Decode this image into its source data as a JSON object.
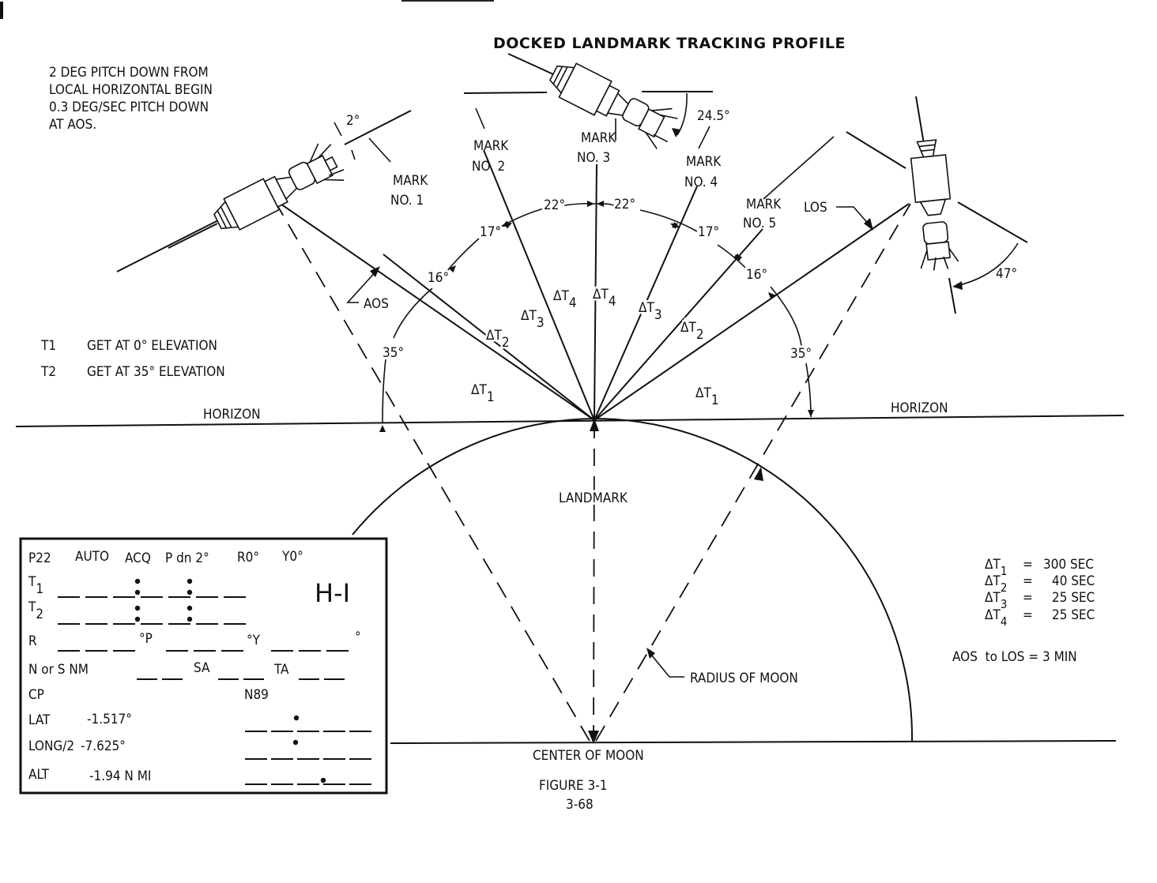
{
  "title": "DOCKED LANDMARK TRACKING PROFILE",
  "note": [
    "2 DEG PITCH DOWN FROM",
    "LOCAL HORIZONTAL BEGIN",
    "0.3 DEG/SEC PITCH DOWN",
    "AT AOS."
  ],
  "legend_get": [
    {
      "key": "T1",
      "text": "GET AT 0° ELEVATION"
    },
    {
      "key": "T2",
      "text": "GET AT 35° ELEVATION"
    }
  ],
  "marks": [
    {
      "line1": "MARK",
      "line2": "NO. 1"
    },
    {
      "line1": "MARK",
      "line2": "NO. 2"
    },
    {
      "line1": "MARK",
      "line2": "NO. 3"
    },
    {
      "line1": "MARK",
      "line2": "NO. 4"
    },
    {
      "line1": "MARK",
      "line2": "NO. 5"
    }
  ],
  "angles": {
    "left_35": "35°",
    "left_16": "16°",
    "left_17": "17°",
    "left_22": "22°",
    "right_22": "22°",
    "right_17": "17°",
    "right_16": "16°",
    "right_35": "35°",
    "pitch_2": "2°",
    "pitch_24_5": "24.5°",
    "pitch_47": "47°"
  },
  "delta_labels": {
    "prefix": "ΔT",
    "left": [
      "1",
      "2",
      "3",
      "4"
    ],
    "right": [
      "4",
      "3",
      "2",
      "1"
    ]
  },
  "labels": {
    "aos": "AOS",
    "los": "LOS",
    "horizon_left": "HORIZON",
    "horizon_right": "HORIZON",
    "landmark": "LANDMARK",
    "radius_of_moon": "RADIUS OF MOON",
    "center_of_moon": "CENTER OF MOON",
    "figure": "FIGURE 3-1",
    "page": "3-68"
  },
  "timing": {
    "rows": [
      {
        "sym": "ΔT",
        "sub": "1",
        "eq": "=",
        "value": "300 SEC"
      },
      {
        "sym": "ΔT",
        "sub": "2",
        "eq": "=",
        "value": "40 SEC"
      },
      {
        "sym": "ΔT",
        "sub": "3",
        "eq": "=",
        "value": "25 SEC"
      },
      {
        "sym": "ΔT",
        "sub": "4",
        "eq": "=",
        "value": "25 SEC"
      }
    ],
    "total": "AOS  to LOS = 3 MIN"
  },
  "pad": {
    "header": [
      "P22",
      "AUTO",
      "ACQ",
      "P dn 2°",
      "R0°",
      "Y0°"
    ],
    "id": "H-I",
    "t1": {
      "sym": "T",
      "sub": "1"
    },
    "t2": {
      "sym": "T",
      "sub": "2"
    },
    "r_row": {
      "r": "R",
      "p": "°P",
      "y": "°Y",
      "end": "°"
    },
    "nm_row": {
      "label": "N or S NM",
      "sa": "SA",
      "ta": "TA"
    },
    "cp": "CP",
    "n89": "N89",
    "lat": {
      "label": "LAT",
      "value": "-1.517°"
    },
    "long": {
      "label": "LONG/2",
      "value": "-7.625°"
    },
    "alt": {
      "label": "ALT",
      "value": "-1.94 N MI"
    }
  }
}
